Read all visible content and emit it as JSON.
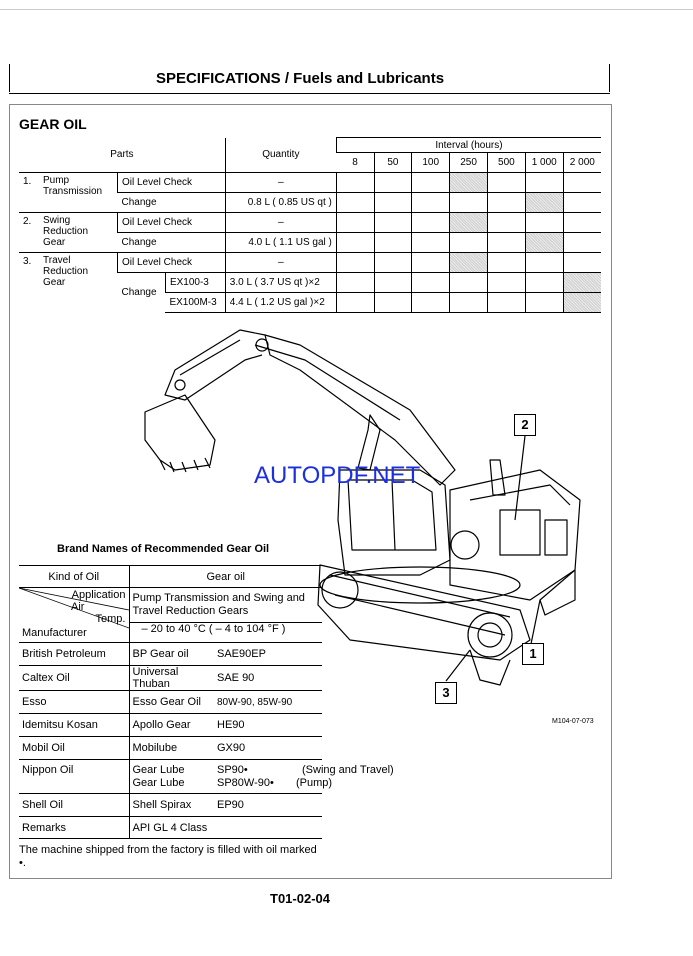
{
  "page_title": "SPECIFICATIONS / Fuels and Lubricants",
  "section_title": "GEAR OIL",
  "gear_table": {
    "col_parts": "Parts",
    "col_quantity": "Quantity",
    "col_interval": "Interval (hours)",
    "intervals": [
      "8",
      "50",
      "100",
      "250",
      "500",
      "1 000",
      "2 000"
    ],
    "rows": [
      {
        "num": "1.",
        "part": "Pump Transmission",
        "item": "Oil Level Check",
        "qty": "–"
      },
      {
        "item": "Change",
        "qty": "0.8  L ( 0.85  US qt )"
      },
      {
        "num": "2.",
        "part": "Swing Reduction Gear",
        "item": "Oil Level Check",
        "qty": "–"
      },
      {
        "item": "Change",
        "qty": "4.0  L ( 1.1  US gal )"
      },
      {
        "num": "3.",
        "part": "Travel Reduction Gear",
        "item": "Oil Level Check",
        "qty": "–"
      },
      {
        "item": "Change",
        "model": "EX100-3",
        "qty": "3.0  L ( 3.7  US qt )×2"
      },
      {
        "model": "EX100M-3",
        "qty": "4.4  L ( 1.2 US gal )×2"
      }
    ]
  },
  "watermark": "AUTOPDF.NET",
  "callouts": [
    "1",
    "2",
    "3"
  ],
  "figure_id": "M104-07-073",
  "brand_table": {
    "title": "Brand Names of Recommended Gear Oil",
    "col_kind": "Kind of Oil",
    "col_gear": "Gear oil",
    "hdr_application": "Application",
    "hdr_air": "Air",
    "hdr_temp": "Temp.",
    "hdr_manufacturer": "Manufacturer",
    "application_text": "Pump Transmission and Swing and Travel Reduction Gears",
    "temp_range": "– 20 to 40  °C ( – 4 to 104  °F )",
    "rows": [
      {
        "maker": "British Petroleum",
        "brand": "BP Gear oil",
        "grade": "SAE90EP"
      },
      {
        "maker": "Caltex Oil",
        "brand": "Universal Thuban",
        "grade": "SAE 90"
      },
      {
        "maker": "Esso",
        "brand": "Esso Gear Oil",
        "grade": "80W-90, 85W-90"
      },
      {
        "maker": "Idemitsu Kosan",
        "brand": "Apollo Gear",
        "grade": "HE90"
      },
      {
        "maker": "Mobil Oil",
        "brand": "Mobilube",
        "grade": "GX90"
      },
      {
        "maker": "Nippon Oil",
        "brand": "Gear Lube",
        "grade": "SP90•",
        "note": "(Swing and Travel)",
        "brand2": "Gear Lube",
        "grade2": "SP80W-90•",
        "note2": "(Pump)"
      },
      {
        "maker": "Shell Oil",
        "brand": "Shell Spirax",
        "grade": "EP90"
      },
      {
        "maker": "Remarks",
        "brand": "API GL 4 Class"
      }
    ]
  },
  "footnote": "The machine shipped from the factory is filled with oil marked •.",
  "page_number": "T01-02-04"
}
